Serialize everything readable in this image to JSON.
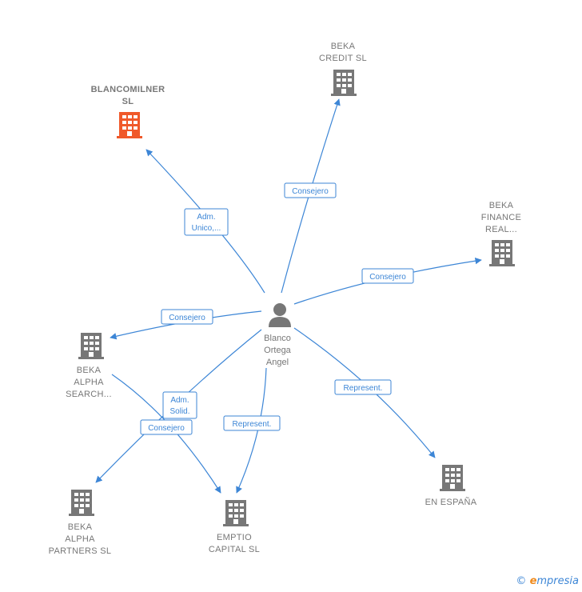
{
  "center": {
    "lines": [
      "Blanco",
      "Ortega",
      "Angel"
    ]
  },
  "companies": [
    {
      "id": "blancomilner",
      "lines": [
        "BLANCOMILNER",
        "SL"
      ],
      "highlight": true,
      "color": "#f0592a"
    },
    {
      "id": "beka-credit",
      "lines": [
        "BEKA",
        "CREDIT  SL"
      ],
      "highlight": false,
      "color": "#777777"
    },
    {
      "id": "beka-finance",
      "lines": [
        "BEKA",
        "FINANCE",
        "REAL..."
      ],
      "highlight": false,
      "color": "#777777"
    },
    {
      "id": "beka-alpha-search",
      "lines": [
        "BEKA",
        "ALPHA",
        "SEARCH..."
      ],
      "highlight": false,
      "color": "#777777"
    },
    {
      "id": "beka-alpha-partners",
      "lines": [
        "BEKA",
        "ALPHA",
        "PARTNERS  SL"
      ],
      "highlight": false,
      "color": "#777777"
    },
    {
      "id": "emptio",
      "lines": [
        "EMPTIO",
        "CAPITAL  SL"
      ],
      "highlight": false,
      "color": "#777777"
    },
    {
      "id": "en-espana",
      "lines": [
        "EN ESPAÑA"
      ],
      "highlight": false,
      "color": "#777777"
    }
  ],
  "edges": [
    {
      "id": "to-blancomilner",
      "lines": [
        "Adm.",
        "Unico,..."
      ]
    },
    {
      "id": "to-beka-credit",
      "lines": [
        "Consejero"
      ]
    },
    {
      "id": "to-beka-finance",
      "lines": [
        "Consejero"
      ]
    },
    {
      "id": "to-beka-alpha-search",
      "lines": [
        "Consejero"
      ]
    },
    {
      "id": "to-beka-alpha-partners",
      "lines": [
        "Consejero"
      ]
    },
    {
      "id": "to-emptio-adm",
      "lines": [
        "Adm.",
        "Solid."
      ]
    },
    {
      "id": "to-emptio-represent",
      "lines": [
        "Represent."
      ]
    },
    {
      "id": "to-en-espana",
      "lines": [
        "Represent."
      ]
    }
  ],
  "colors": {
    "edge": "#3d86d6",
    "building": "#777777",
    "highlight": "#f0592a",
    "person": "#777777"
  },
  "icons": {
    "company": "building-icon",
    "person": "person-icon"
  },
  "footer": {
    "symbol": "©",
    "brand_initial": "e",
    "brand_rest": "mpresia"
  }
}
